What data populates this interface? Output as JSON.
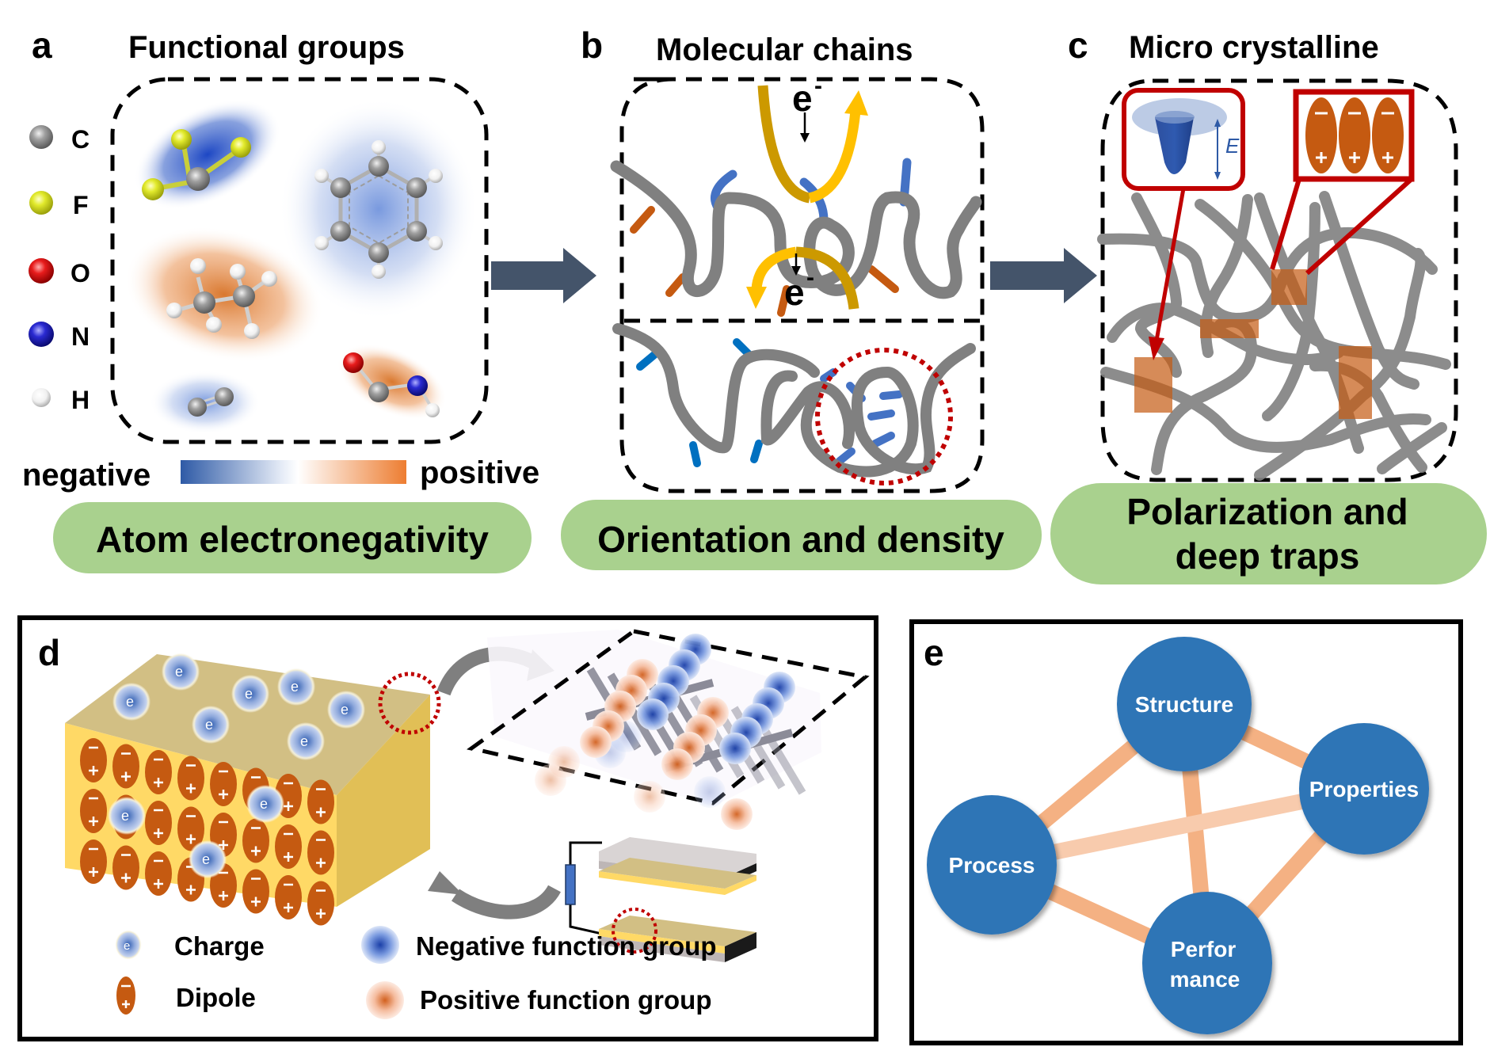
{
  "panel_a": {
    "letter": "a",
    "title": "Functional groups",
    "legend": [
      {
        "symbol": "C",
        "color": "#9a9a9a"
      },
      {
        "symbol": "F",
        "color": "#dfe629"
      },
      {
        "symbol": "O",
        "color": "#e01818"
      },
      {
        "symbol": "N",
        "color": "#2626c8"
      },
      {
        "symbol": "H",
        "color": "#f2f2f2"
      }
    ],
    "molecules": [
      "CF3 group",
      "benzene ring",
      "ethyl group",
      "C=C double bond",
      "amide group"
    ],
    "scale": {
      "left_label": "negative",
      "right_label": "positive",
      "negative_color": "#2e5aa6",
      "positive_color": "#ed7d31"
    },
    "caption": "Atom electronegativity"
  },
  "panel_b": {
    "letter": "b",
    "title": "Molecular chains",
    "electron_top": "e",
    "electron_bottom": "e",
    "charge_sign": "-",
    "caption": "Orientation and density"
  },
  "panel_c": {
    "letter": "c",
    "title": "Micro crystalline",
    "energy_label": "E",
    "dipole_signs": {
      "top": "−",
      "bottom": "+"
    },
    "caption_line1": "Polarization and",
    "caption_line2": "deep traps"
  },
  "panel_d": {
    "letter": "d",
    "charge_label": "e",
    "legend": [
      {
        "label": "Charge",
        "kind": "charge"
      },
      {
        "label": "Dipole",
        "kind": "dipole"
      },
      {
        "label": "Negative function group",
        "kind": "negative-group"
      },
      {
        "label": "Positive function group",
        "kind": "positive-group"
      }
    ]
  },
  "panel_e": {
    "letter": "e",
    "nodes": [
      {
        "id": "structure",
        "label": "Structure"
      },
      {
        "id": "properties",
        "label": "Properties"
      },
      {
        "id": "process",
        "label": "Process"
      },
      {
        "id": "performance",
        "label_line1": "Perfor",
        "label_line2": "mance"
      }
    ],
    "edges": [
      [
        "structure",
        "properties"
      ],
      [
        "structure",
        "process"
      ],
      [
        "structure",
        "performance"
      ],
      [
        "process",
        "properties"
      ],
      [
        "process",
        "performance"
      ],
      [
        "properties",
        "performance"
      ]
    ]
  },
  "colors": {
    "caption_pill": "#a9d18e",
    "flow_arrow": "#44546a",
    "chain_gray": "#808080",
    "negative_side": "#4472c4",
    "positive_side": "#c55a11",
    "trap_red": "#c00000",
    "node_blue": "#2e75b6",
    "edge_orange": "#f4b183",
    "block_gold": "#ffd966"
  }
}
